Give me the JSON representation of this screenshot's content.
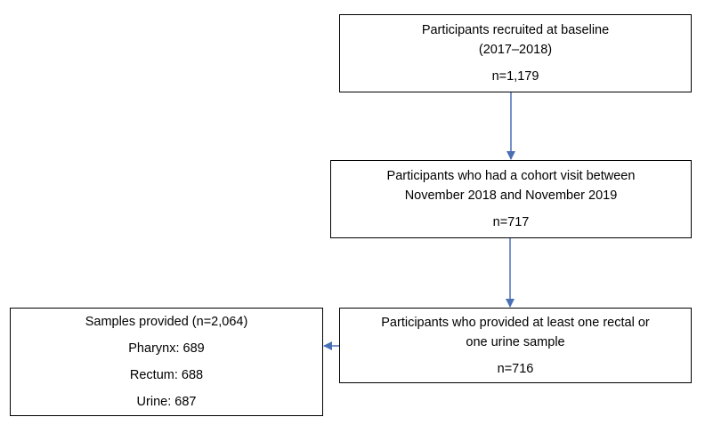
{
  "boxes": {
    "baseline": {
      "line1": "Participants recruited at baseline",
      "line2": "(2017–2018)",
      "count": "n=1,179"
    },
    "cohort_visit": {
      "line1": "Participants who had a cohort visit between",
      "line2": "November 2018 and November 2019",
      "count": "n=717"
    },
    "provided_sample": {
      "line1": "Participants who provided at least one rectal or",
      "line2": "one urine sample",
      "count": "n=716"
    },
    "samples": {
      "title": "Samples provided (n=2,064)",
      "rows": [
        "Pharynx: 689",
        "Rectum: 688",
        "Urine: 687"
      ]
    }
  },
  "colors": {
    "arrow": "#4a6fb5",
    "border": "#000000"
  }
}
